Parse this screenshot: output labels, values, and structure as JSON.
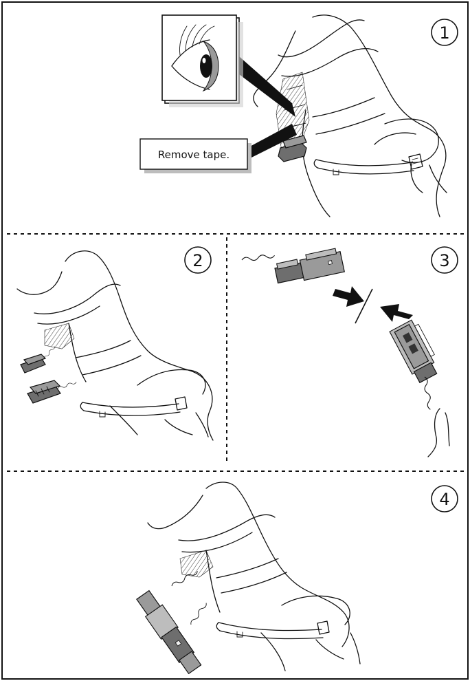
{
  "steps": [
    {
      "number": "1",
      "callout": "Remove tape."
    },
    {
      "number": "2"
    },
    {
      "number": "3"
    },
    {
      "number": "4"
    }
  ],
  "icons": {
    "eye": "eye-icon",
    "push_arrow": "arrow-icon"
  }
}
